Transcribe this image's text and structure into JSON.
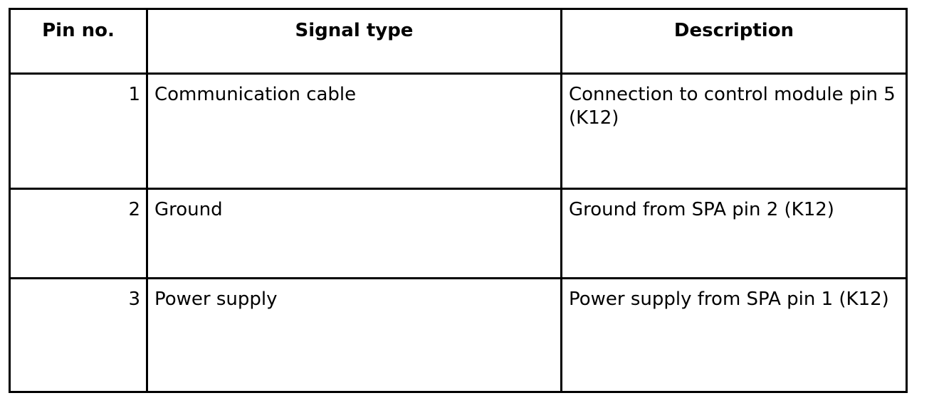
{
  "table": {
    "headers": {
      "pin": "Pin no.",
      "signal": "Signal type",
      "description": "Description"
    },
    "rows": [
      {
        "pin": "1",
        "signal": "Communication cable",
        "description": "Connection to control module pin 5 (K12)"
      },
      {
        "pin": "2",
        "signal": "Ground",
        "description": "Ground from SPA pin 2 (K12)"
      },
      {
        "pin": "3",
        "signal": "Power supply",
        "description": "Power supply from SPA pin 1 (K12)"
      }
    ]
  }
}
